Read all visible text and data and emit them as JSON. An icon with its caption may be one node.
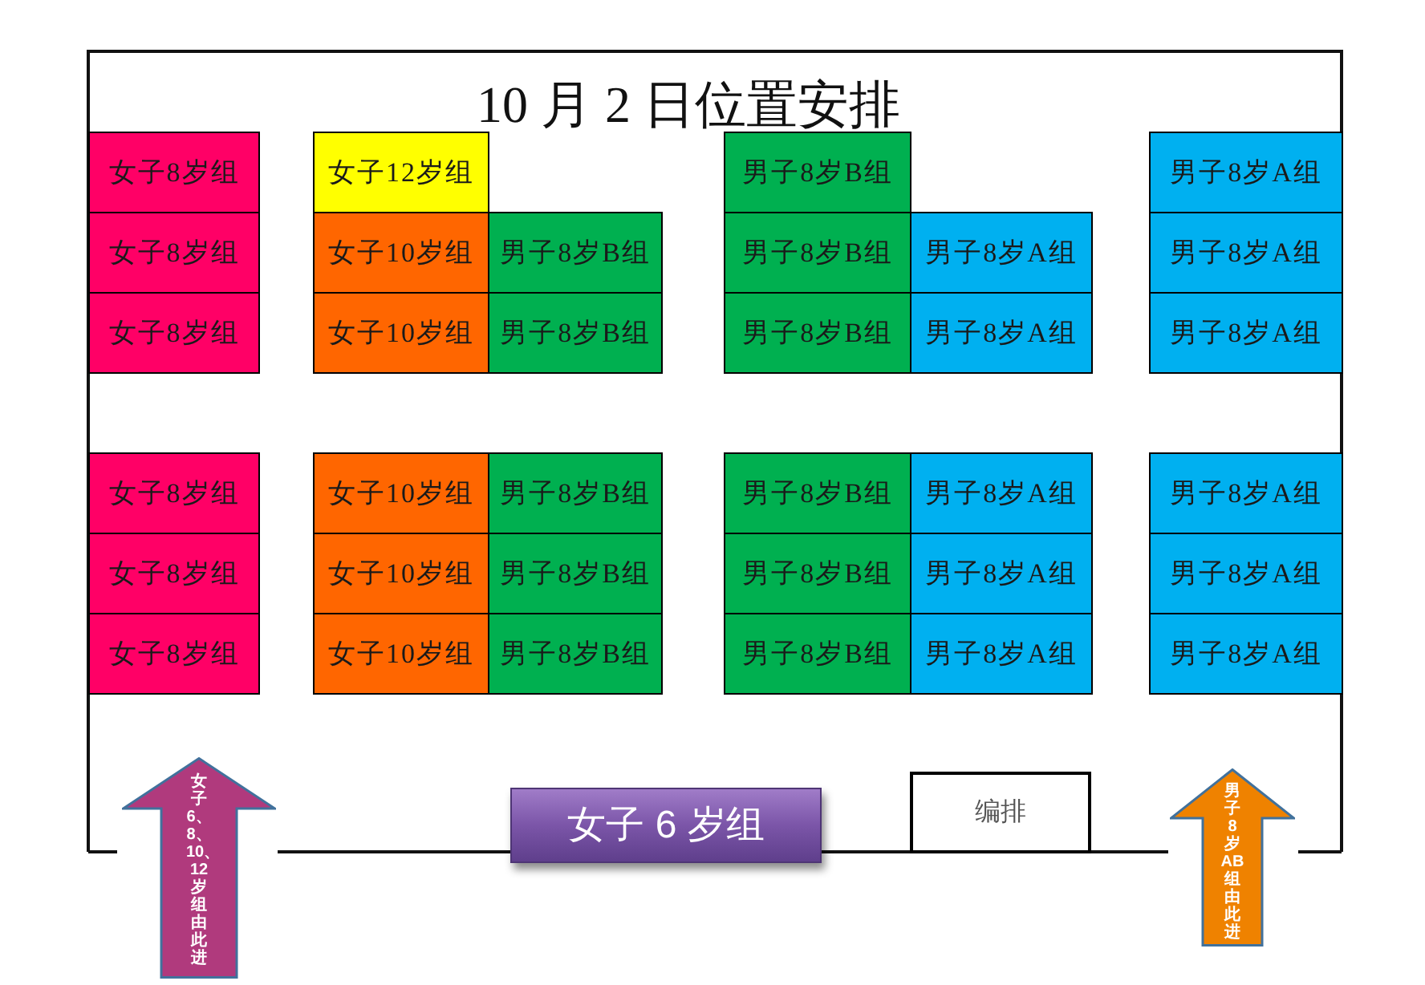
{
  "diagram": {
    "title": "10 月 2 日位置安排",
    "nodes": [
      {
        "text": [
          "女子8岁组"
        ]
      },
      {
        "text": [
          "女子12岁组"
        ]
      },
      {
        "text": [
          "男子8岁B组"
        ]
      },
      {
        "text": [
          "男子8岁A组"
        ]
      },
      {
        "text": [
          "女子8岁组"
        ]
      },
      {
        "text": [
          "女子10岁组"
        ]
      },
      {
        "text": [
          "男子8岁B组"
        ]
      },
      {
        "text": [
          "男子8岁B组"
        ]
      },
      {
        "text": [
          "男子8岁A组"
        ]
      },
      {
        "text": [
          "男子8岁A组"
        ]
      },
      {
        "text": [
          "女子8岁组"
        ]
      },
      {
        "text": [
          "女子10岁组"
        ]
      },
      {
        "text": [
          "男子8岁B组"
        ]
      },
      {
        "text": [
          "男子8岁B组"
        ]
      },
      {
        "text": [
          "男子8岁A组"
        ]
      },
      {
        "text": [
          "男子8岁A组"
        ]
      },
      {
        "text": [
          "女子8岁组"
        ]
      },
      {
        "text": [
          "女子10岁组"
        ]
      },
      {
        "text": [
          "男子8岁B组"
        ]
      },
      {
        "text": [
          "男子8岁B组"
        ]
      },
      {
        "text": [
          "男子8岁A组"
        ]
      },
      {
        "text": [
          "男子8岁A组"
        ]
      },
      {
        "text": [
          "女子8岁组"
        ]
      },
      {
        "text": [
          "女子10岁组"
        ]
      },
      {
        "text": [
          "男子8岁B组"
        ]
      },
      {
        "text": [
          "男子8岁B组"
        ]
      },
      {
        "text": [
          "男子8岁A组"
        ]
      },
      {
        "text": [
          "男子8岁A组"
        ]
      },
      {
        "text": [
          "女子8岁组"
        ]
      },
      {
        "text": [
          "女子10岁组"
        ]
      },
      {
        "text": [
          "男子8岁B组"
        ]
      },
      {
        "text": [
          "男子8岁B组"
        ]
      },
      {
        "text": [
          "男子8岁A组"
        ]
      },
      {
        "text": [
          "男子8岁A组"
        ]
      },
      {
        "text": [
          "女子6、8、10、12岁组由此进"
        ]
      },
      {
        "text": [
          "女子 6 岁组"
        ]
      },
      {
        "text": [
          "编排"
        ]
      },
      {
        "text": [
          "男子8岁AB组由此进"
        ]
      }
    ]
  }
}
